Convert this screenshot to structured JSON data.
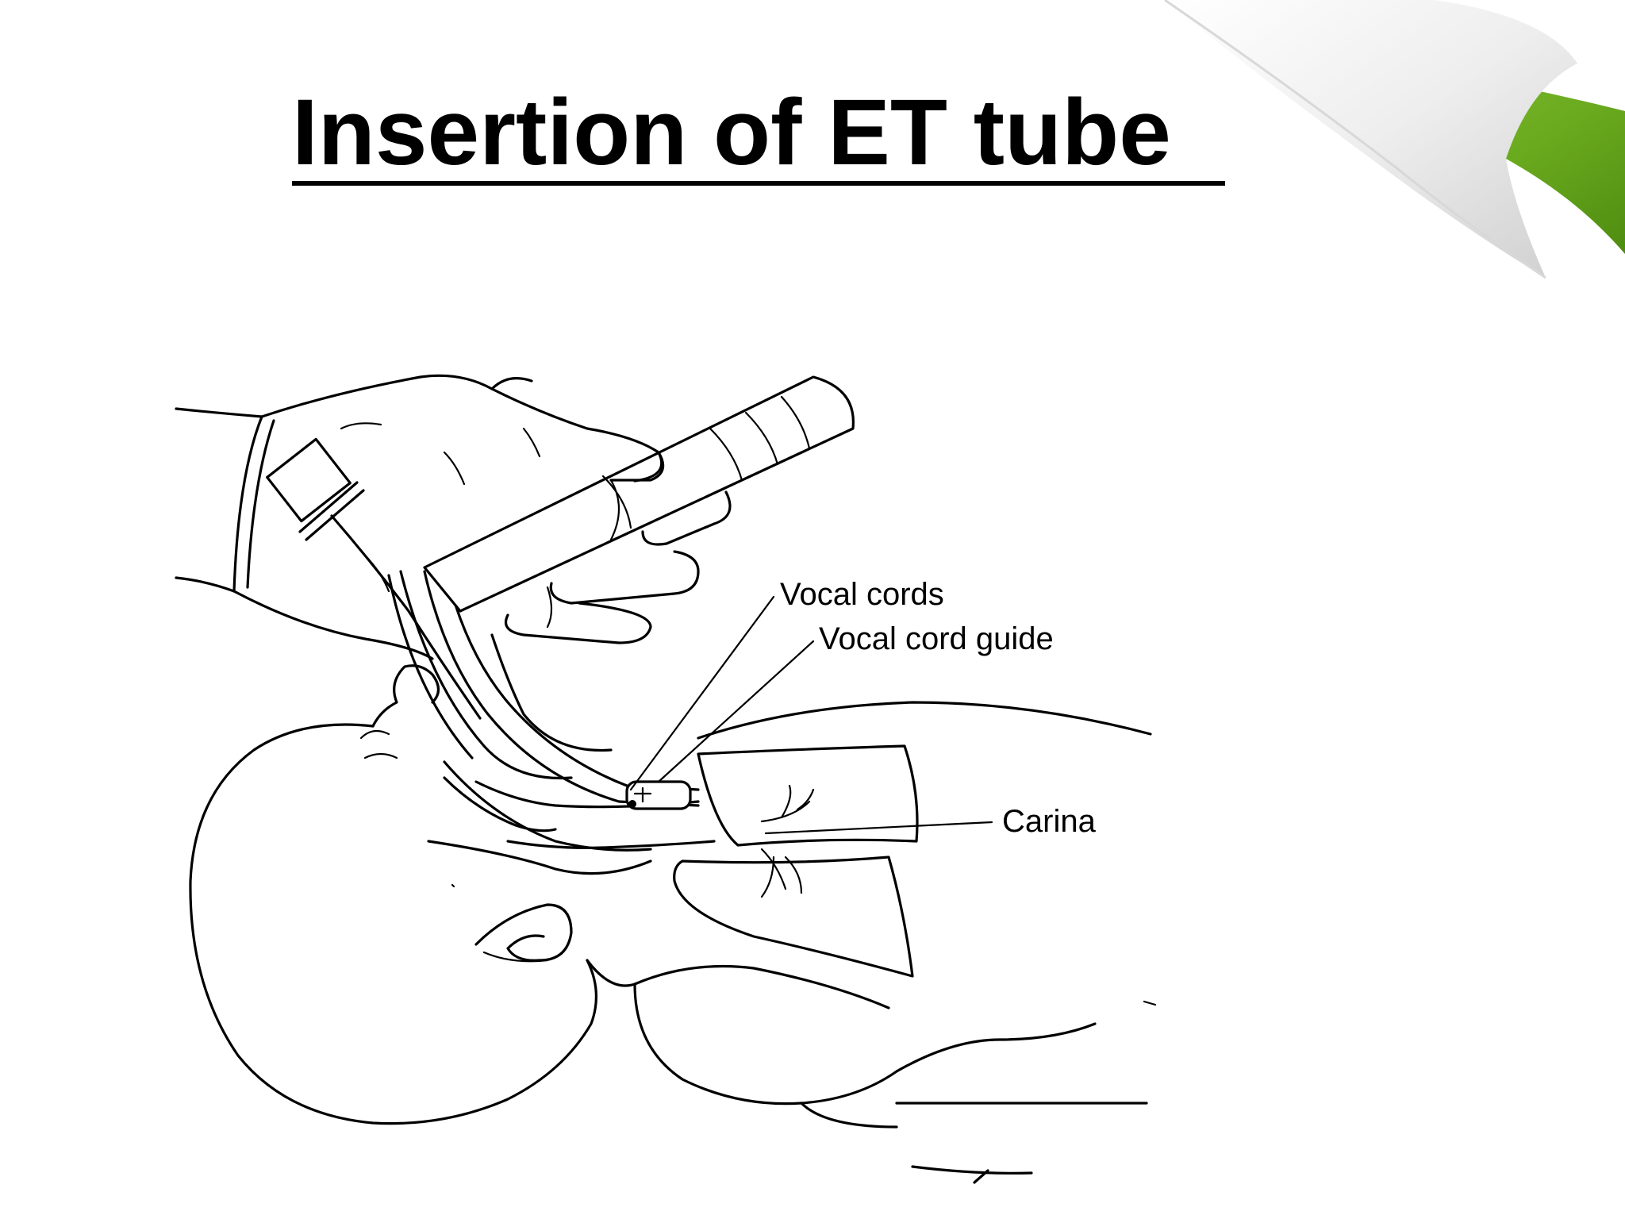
{
  "slide": {
    "title": "Insertion of ET tube"
  },
  "diagram": {
    "labels": {
      "vocal_cords": "Vocal cords",
      "vocal_cord_guide": "Vocal cord guide",
      "carina": "Carina"
    }
  },
  "colors": {
    "accent_green": "#6aaa1e",
    "accent_green_dark": "#4e8c10",
    "text": "#000000",
    "background": "#ffffff"
  }
}
